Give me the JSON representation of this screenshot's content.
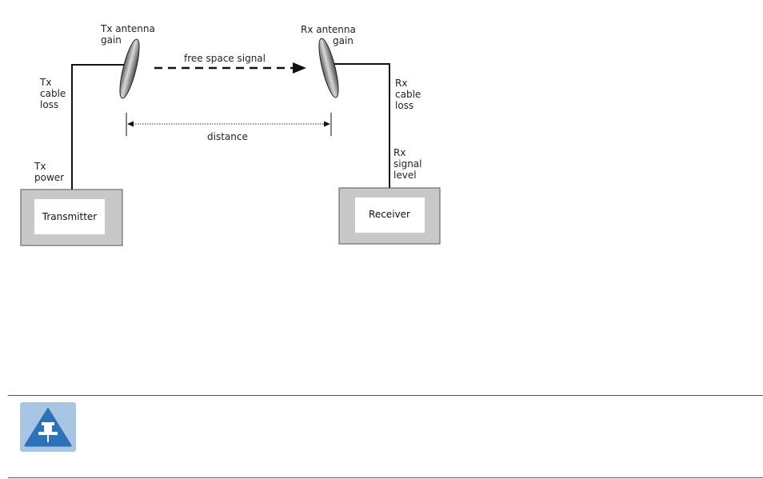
{
  "diagram": {
    "tx_antenna_gain": [
      "Tx antenna",
      "gain"
    ],
    "rx_antenna_gain": [
      "Rx antenna",
      "gain"
    ],
    "free_space_signal": "free space signal",
    "distance": "distance",
    "tx_cable_loss": [
      "Tx",
      "cable",
      "loss"
    ],
    "rx_cable_loss": [
      "Rx",
      "cable",
      "loss"
    ],
    "tx_power": [
      "Tx",
      "power"
    ],
    "rx_signal_level": [
      "Rx",
      "signal",
      "level"
    ],
    "transmitter": "Transmitter",
    "receiver": "Receiver"
  },
  "note": {
    "icon": "pushpin-icon",
    "icon_bg": "#a8c6e3",
    "icon_fg": "#2b72b8"
  }
}
